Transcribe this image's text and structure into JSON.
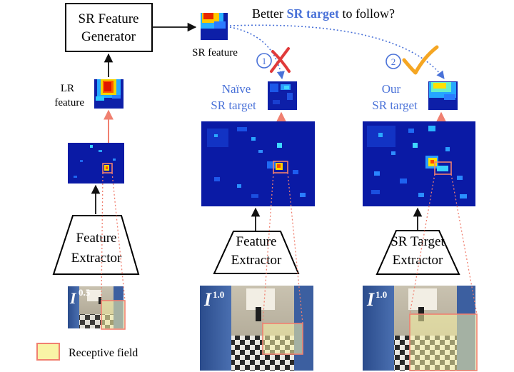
{
  "title": {
    "prefix": "Better ",
    "highlight": "SR target",
    "suffix": " to follow?"
  },
  "generator_label_line1": "SR Feature",
  "generator_label_line2": "Generator",
  "sr_feature_label": "SR feature",
  "lr_feature_label_line1": "LR",
  "lr_feature_label_line2": "feature",
  "naive_target_line1": "Naïve",
  "naive_target_line2": "SR target",
  "our_target_line1": "Our",
  "our_target_line2": "SR target",
  "marker_1": "1",
  "marker_2": "2",
  "extractor_1_line1": "Feature",
  "extractor_1_line2": "Extractor",
  "extractor_2_line1": "Feature",
  "extractor_2_line2": "Extractor",
  "extractor_3_line1": "SR Target",
  "extractor_3_line2": "Extractor",
  "input_1": {
    "symbol": "I",
    "superscript": "0.5"
  },
  "input_2": {
    "symbol": "I",
    "superscript": "1.0"
  },
  "input_3": {
    "symbol": "I",
    "superscript": "1.0"
  },
  "legend_label": "Receptive field",
  "colors": {
    "accent_blue": "#4a72d8",
    "cross_red": "#e03a3a",
    "check_orange": "#f5a623",
    "arrow_salmon": "#f08070",
    "receptive_fill": "#f9f4a6",
    "receptive_stroke": "#f08070"
  }
}
